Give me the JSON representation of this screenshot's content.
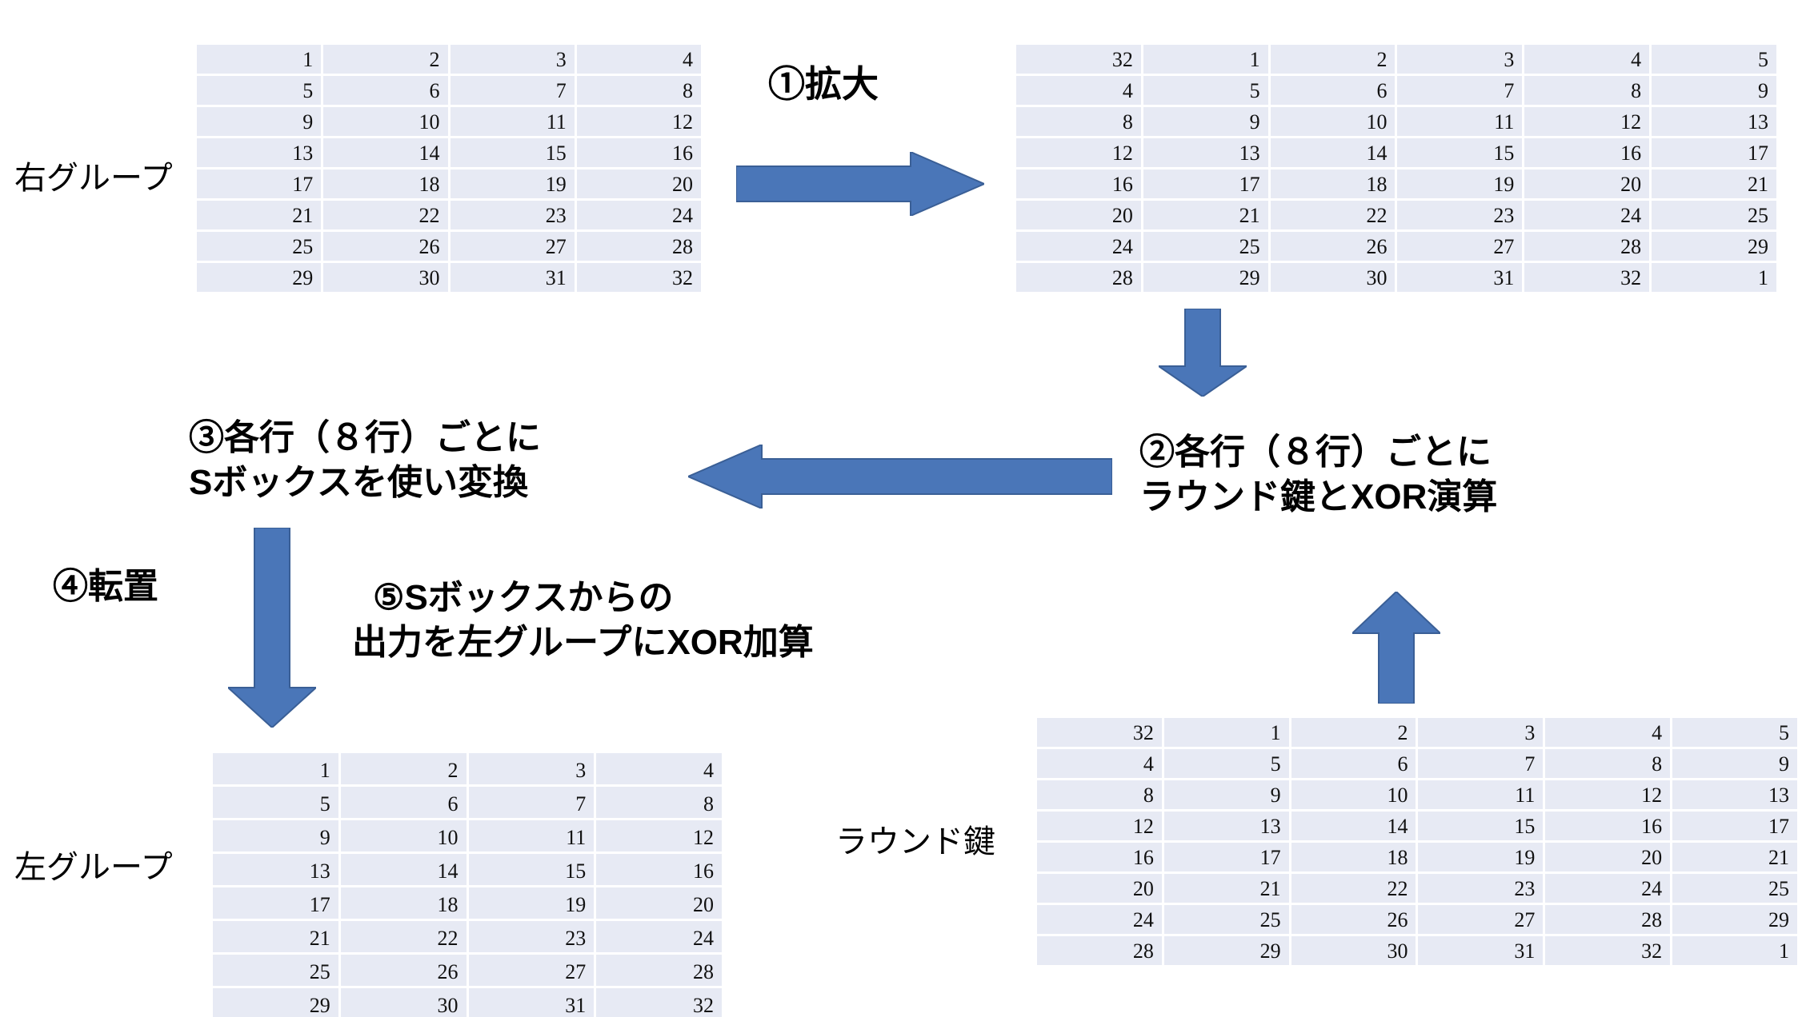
{
  "diagram": {
    "title_hidden": "",
    "accent_color": "#4A76B8",
    "accent_stroke": "#3A5F96",
    "cell_fill": "#E7EAF4",
    "text_color": "#000000"
  },
  "labels": {
    "right_group": "右グループ",
    "left_group": "左グループ",
    "round_key": "ラウンド鍵"
  },
  "steps": {
    "step1": "①拡大",
    "step2_line1": "②各行（８行）ごとに",
    "step2_line2": "ラウンド鍵とXOR演算",
    "step3_line1": "③各行（８行）ごとに",
    "step3_line2": "Sボックスを使い変換",
    "step4": "④転置",
    "step5_line1": "⑤Sボックスからの",
    "step5_line2": "出力を左グループにXOR加算"
  },
  "icons": {
    "arrow_right": "arrow-right-icon",
    "arrow_down_expand": "arrow-down-icon",
    "arrow_left": "arrow-left-icon",
    "arrow_down_transpose": "arrow-down-icon",
    "arrow_up_roundkey": "arrow-up-icon"
  },
  "tables": {
    "right_group": {
      "cols": 4,
      "rows": [
        [
          "1",
          "2",
          "3",
          "4"
        ],
        [
          "5",
          "6",
          "7",
          "8"
        ],
        [
          "9",
          "10",
          "11",
          "12"
        ],
        [
          "13",
          "14",
          "15",
          "16"
        ],
        [
          "17",
          "18",
          "19",
          "20"
        ],
        [
          "21",
          "22",
          "23",
          "24"
        ],
        [
          "25",
          "26",
          "27",
          "28"
        ],
        [
          "29",
          "30",
          "31",
          "32"
        ]
      ]
    },
    "expanded": {
      "cols": 6,
      "rows": [
        [
          "32",
          "1",
          "2",
          "3",
          "4",
          "5"
        ],
        [
          "4",
          "5",
          "6",
          "7",
          "8",
          "9"
        ],
        [
          "8",
          "9",
          "10",
          "11",
          "12",
          "13"
        ],
        [
          "12",
          "13",
          "14",
          "15",
          "16",
          "17"
        ],
        [
          "16",
          "17",
          "18",
          "19",
          "20",
          "21"
        ],
        [
          "20",
          "21",
          "22",
          "23",
          "24",
          "25"
        ],
        [
          "24",
          "25",
          "26",
          "27",
          "28",
          "29"
        ],
        [
          "28",
          "29",
          "30",
          "31",
          "32",
          "1"
        ]
      ]
    },
    "left_group": {
      "cols": 4,
      "rows": [
        [
          "1",
          "2",
          "3",
          "4"
        ],
        [
          "5",
          "6",
          "7",
          "8"
        ],
        [
          "9",
          "10",
          "11",
          "12"
        ],
        [
          "13",
          "14",
          "15",
          "16"
        ],
        [
          "17",
          "18",
          "19",
          "20"
        ],
        [
          "21",
          "22",
          "23",
          "24"
        ],
        [
          "25",
          "26",
          "27",
          "28"
        ],
        [
          "29",
          "30",
          "31",
          "32"
        ]
      ]
    },
    "round_key": {
      "cols": 6,
      "rows": [
        [
          "32",
          "1",
          "2",
          "3",
          "4",
          "5"
        ],
        [
          "4",
          "5",
          "6",
          "7",
          "8",
          "9"
        ],
        [
          "8",
          "9",
          "10",
          "11",
          "12",
          "13"
        ],
        [
          "12",
          "13",
          "14",
          "15",
          "16",
          "17"
        ],
        [
          "16",
          "17",
          "18",
          "19",
          "20",
          "21"
        ],
        [
          "20",
          "21",
          "22",
          "23",
          "24",
          "25"
        ],
        [
          "24",
          "25",
          "26",
          "27",
          "28",
          "29"
        ],
        [
          "28",
          "29",
          "30",
          "31",
          "32",
          "1"
        ]
      ]
    }
  }
}
